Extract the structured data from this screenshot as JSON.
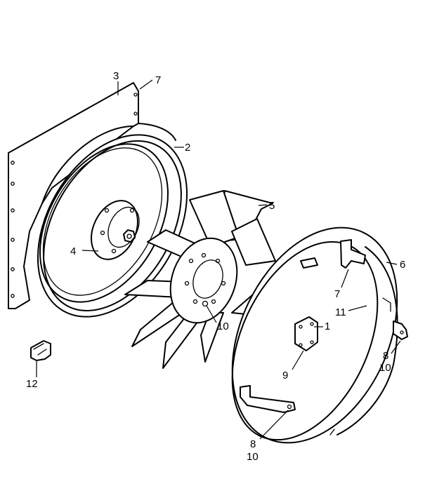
{
  "callouts": {
    "c1": "1",
    "c2": "2",
    "c3": "3",
    "c4": "4",
    "c5": "5",
    "c6": "6",
    "c7a": "7",
    "c7b": "7",
    "c8a": "8",
    "c8b": "8",
    "c9": "9",
    "c10a": "10",
    "c10b": "10",
    "c10c": "10",
    "c11": "11",
    "c12": "12"
  },
  "colors": {
    "ink": "#000000",
    "paper": "#ffffff"
  }
}
